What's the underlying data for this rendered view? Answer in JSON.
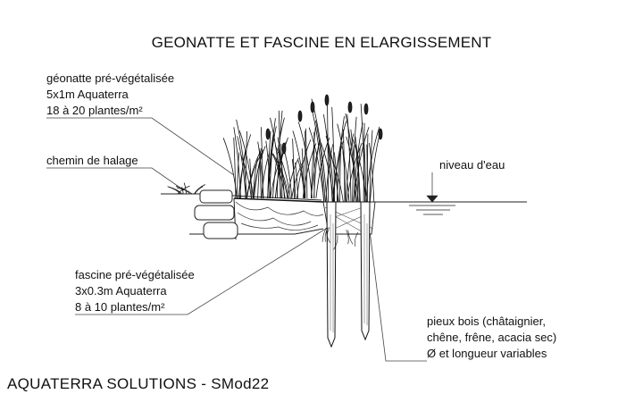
{
  "title": "GEONATTE ET FASCINE EN ELARGISSEMENT",
  "labels": {
    "geonatte": [
      "géonatte pré-végétalisée",
      "5x1m Aquaterra",
      "18 à 20 plantes/m²"
    ],
    "chemin": "chemin de halage",
    "niveau": "niveau d'eau",
    "fascine": [
      "fascine pré-végétalisée",
      "3x0.3m Aquaterra",
      "8 à 10 plantes/m²"
    ],
    "pieux": [
      "pieux bois (châtaignier,",
      "chêne, frêne, acacia sec)",
      "Ø et longueur variables"
    ]
  },
  "footer": "AQUATERRA SOLUTIONS - SMod22"
}
